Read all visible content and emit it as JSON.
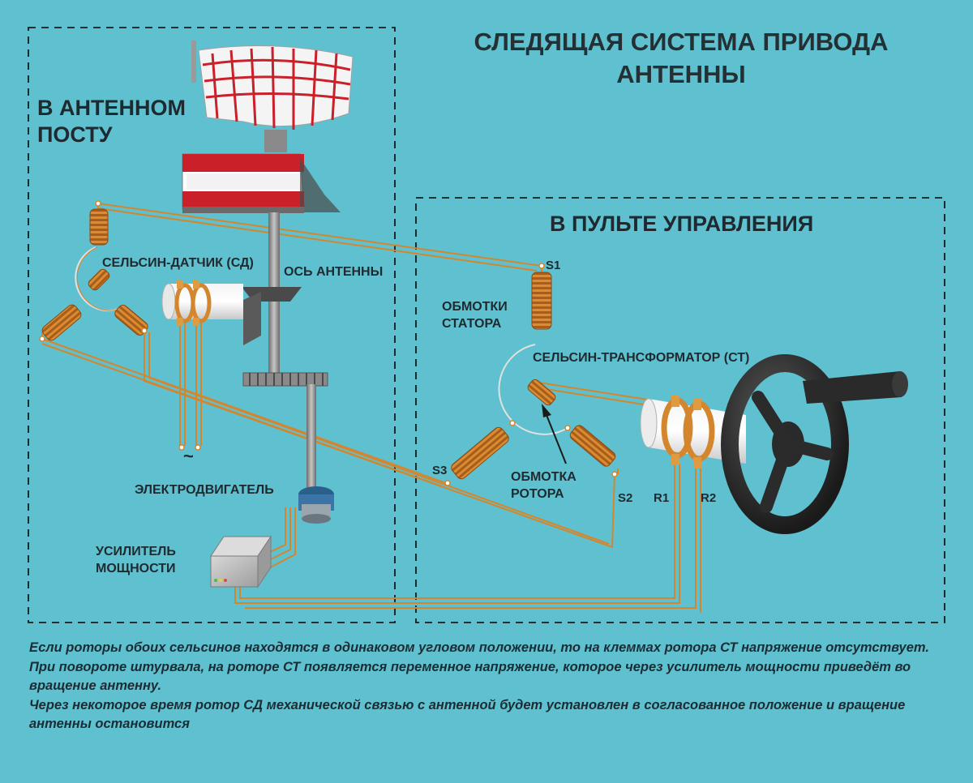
{
  "title": "СЛЕДЯЩАЯ СИСТЕМА ПРИВОДА АНТЕННЫ",
  "zones": {
    "antenna_post": "В АНТЕННОМ ПОСТУ",
    "control_panel": "В ПУЛЬТЕ УПРАВЛЕНИЯ"
  },
  "labels": {
    "selsyn_sensor": "СЕЛЬСИН-ДАТЧИК (СД)",
    "antenna_axis": "ОСЬ АНТЕННЫ",
    "electric_motor": "ЭЛЕКТРОДВИГАТЕЛЬ",
    "power_amplifier": "УСИЛИТЕЛЬ МОЩНОСТИ",
    "stator_windings": "ОБМОТКИ СТАТОРА",
    "selsyn_transformer": "СЕЛЬСИН-ТРАНСФОРМАТОР (СТ)",
    "rotor_winding": "ОБМОТКА РОТОРА",
    "ac_symbol": "~"
  },
  "terminals": {
    "s1": "S1",
    "s2": "S2",
    "s3": "S3",
    "r1": "R1",
    "r2": "R2"
  },
  "notes": [
    "Если роторы обоих сельсинов находятся в одинаковом угловом положении, то на клеммах ротора СТ напряжение отсутствует.",
    "При повороте штурвала, на роторе СТ появляется переменное напряжение, которое через усилитель мощности приведёт во вращение антенну.",
    "Через некоторое время ротор СД механической связью с антенной будет установлен в согласованное положение и вращение антенны остановится"
  ],
  "colors": {
    "background": "#5fc1cf",
    "wire": "#d4862e",
    "dash_border": "#1a1a1a",
    "antenna_red": "#c9202a",
    "text": "#1f2a30"
  }
}
